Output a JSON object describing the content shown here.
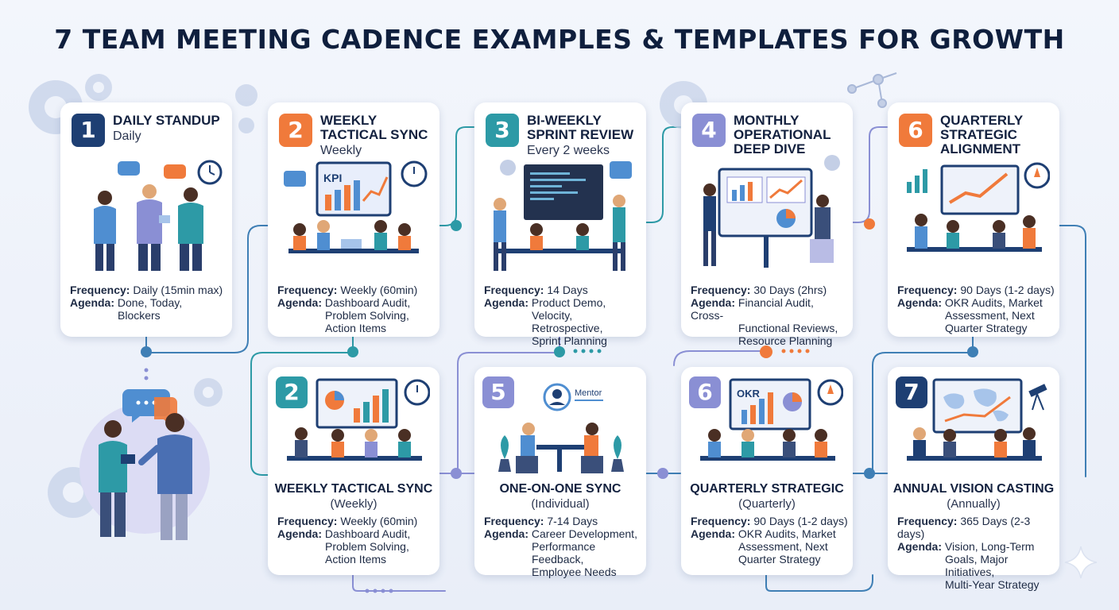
{
  "title": "7 TEAM MEETING CADENCE EXAMPLES & TEMPLATES FOR GROWTH",
  "colors": {
    "navy": "#1e3f73",
    "orange": "#f07a3b",
    "teal": "#2d9aa6",
    "purple": "#8a8fd4",
    "connector_blue": "#3f7fb5",
    "connector_teal": "#2d9aa6"
  },
  "labels": {
    "frequency": "Frequency:",
    "agenda": "Agenda:"
  },
  "top_cards": [
    {
      "number": "1",
      "title": "Daily Standup",
      "subtitle": "Daily",
      "frequency": "Daily (15min max)",
      "agenda": [
        "Done, Today,",
        "Blockers"
      ]
    },
    {
      "number": "2",
      "title": "Weekly Tactical Sync",
      "subtitle": "Weekly",
      "kpi_label": "KPI",
      "frequency": "Weekly (60min)",
      "agenda": [
        "Dashboard Audit,",
        "Problem Solving,",
        "Action Items"
      ]
    },
    {
      "number": "3",
      "title": "Bi-Weekly Sprint Review",
      "subtitle": "Every 2 weeks",
      "frequency": "14 Days",
      "agenda": [
        "Product Demo,",
        "Velocity, Retrospective,",
        "Sprint Planning"
      ]
    },
    {
      "number": "4",
      "title": "Monthly Operational Deep Dive",
      "subtitle": "",
      "frequency": "30 Days (2hrs)",
      "agenda": [
        "Financial Audit, Cross-",
        "Functional Reviews,",
        "Resource Planning"
      ]
    },
    {
      "number": "6",
      "title": "Quarterly Strategic Alignment",
      "subtitle": "",
      "frequency": "90 Days (1-2 days)",
      "agenda": [
        "OKR Audits, Market",
        "Assessment, Next",
        "Quarter Strategy"
      ]
    }
  ],
  "bottom_cards": [
    {
      "number": "2",
      "title": "Weekly Tactical Sync",
      "subtitle": "(Weekly)",
      "frequency": "Weekly (60min)",
      "agenda": [
        "Dashboard Audit,",
        "Problem Solving,",
        "Action Items"
      ]
    },
    {
      "number": "5",
      "title": "One-on-One Sync",
      "subtitle": "(Individual)",
      "mentor_label": "Mentor",
      "frequency": "7-14 Days",
      "agenda": [
        "Career Development,",
        "Performance Feedback,",
        "Employee Needs"
      ]
    },
    {
      "number": "6",
      "title": "Quarterly Strategic",
      "subtitle": "(Quarterly)",
      "okr_label": "OKR",
      "frequency": "90 Days (1-2 days)",
      "agenda": [
        "OKR Audits, Market",
        "Assessment, Next",
        "Quarter Strategy"
      ]
    },
    {
      "number": "7",
      "title": "Annual Vision Casting",
      "subtitle": "(Annually)",
      "frequency": "365 Days (2-3 days)",
      "agenda": [
        "Vision, Long-Term",
        "Goals, Major Initiatives,",
        "Multi-Year Strategy"
      ]
    }
  ]
}
